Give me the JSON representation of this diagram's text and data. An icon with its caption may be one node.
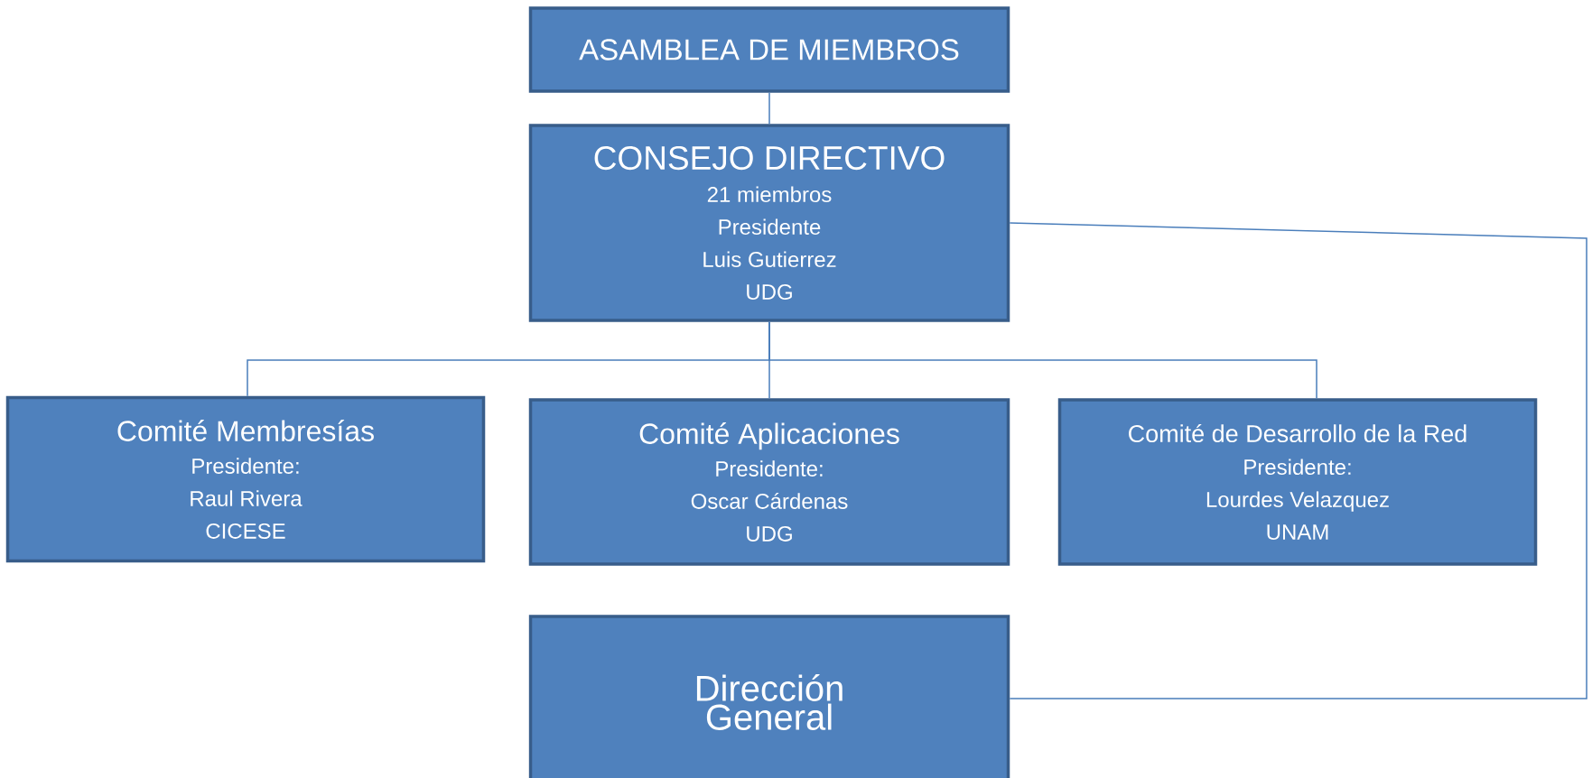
{
  "diagram": {
    "nodes": [
      {
        "text": [
          "ASAMBLEA DE MIEMBROS"
        ]
      },
      {
        "text": [
          "CONSEJO DIRECTIVO",
          "21 miembros",
          "Presidente",
          "Luis Gutierrez",
          "UDG"
        ]
      },
      {
        "text": [
          "Comité Membresías",
          "Presidente:",
          "Raul Rivera",
          "CICESE"
        ]
      },
      {
        "text": [
          "Comité Aplicaciones",
          "Presidente:",
          "Oscar Cárdenas",
          "UDG"
        ]
      },
      {
        "text": [
          "Comité de Desarrollo de la Red",
          "Presidente:",
          "Lourdes Velazquez",
          "UNAM"
        ]
      },
      {
        "text": [
          "Dirección General"
        ]
      }
    ],
    "edges": [
      {
        "from": 0,
        "to": 1,
        "arrow": "none"
      },
      {
        "from": 1,
        "to": 2,
        "arrow": "none"
      },
      {
        "from": 1,
        "to": 3,
        "arrow": "none"
      },
      {
        "from": 1,
        "to": 4,
        "arrow": "none"
      },
      {
        "from": 1,
        "to": 5,
        "arrow": "none"
      }
    ]
  }
}
